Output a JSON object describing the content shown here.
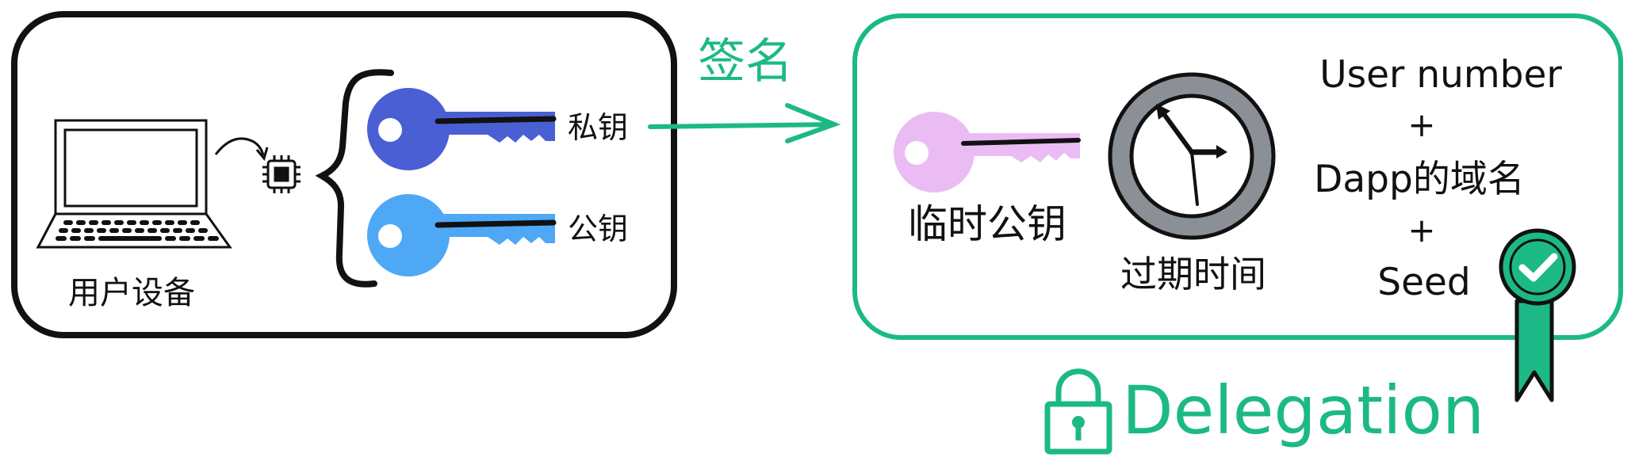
{
  "device_box": {
    "device_label": "用户设备",
    "private_key_label": "私钥",
    "public_key_label": "公钥"
  },
  "sign_arrow": {
    "label": "签名"
  },
  "delegation_box": {
    "temp_public_key_label": "临时公钥",
    "expiry_label": "过期时间",
    "fields": [
      "User number",
      "+",
      "Dapp的域名",
      "+",
      "Seed"
    ]
  },
  "delegation_title": "Delegation",
  "colors": {
    "green": "#1cb987",
    "private_key": "#4b5fd4",
    "public_key": "#4ea8f6",
    "temp_key": "#ebbcf3",
    "clock_ring": "#8b9096",
    "black": "#111111"
  },
  "icons": [
    "laptop-icon",
    "chip-icon",
    "key-icon",
    "clock-icon",
    "checkmark-badge-icon",
    "lock-icon"
  ]
}
